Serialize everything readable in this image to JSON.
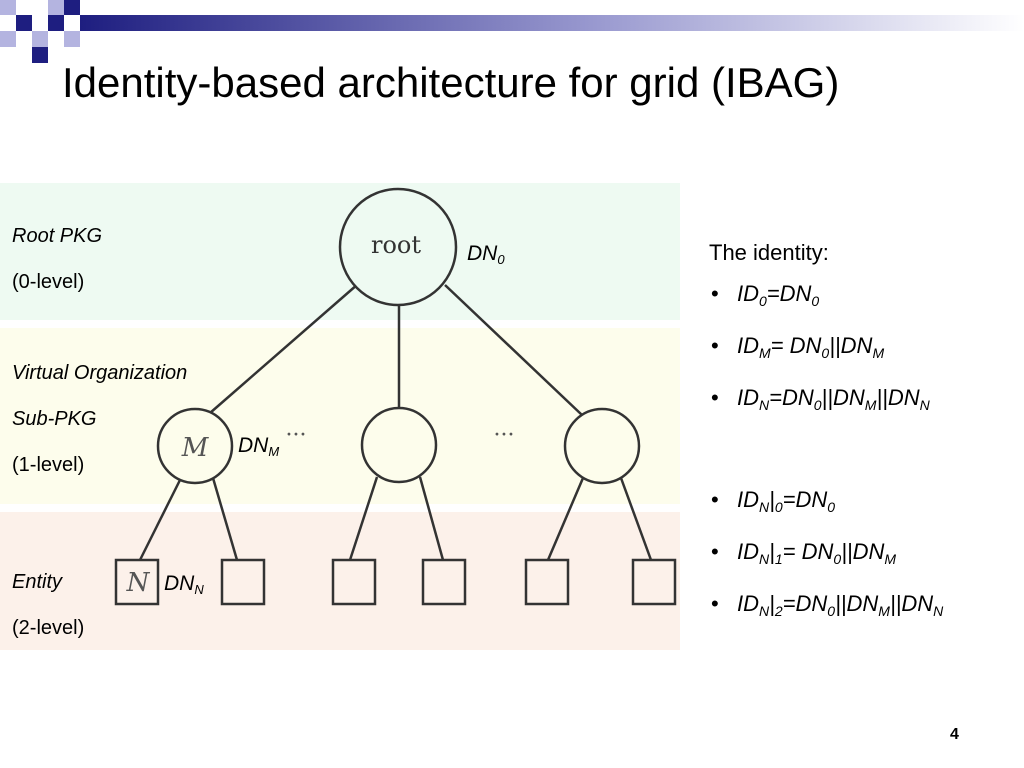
{
  "slide": {
    "title": "Identity-based architecture for grid (IBAG)",
    "page_number": "4"
  },
  "levels": {
    "root": {
      "name": "Root PKG",
      "level": "(0-level)"
    },
    "vo": {
      "name_line1": "Virtual Organization",
      "name_line2": "Sub-PKG",
      "level": "(1-level)"
    },
    "entity": {
      "name": "Entity",
      "level": "(2-level)"
    }
  },
  "tree": {
    "root_label": "root",
    "m_label": "M",
    "n_label": "N",
    "ellipsis_1": "···",
    "ellipsis_2": "···",
    "dn_root": {
      "base": "DN",
      "sub": "0"
    },
    "dn_m": {
      "base": "DN",
      "sub": "M"
    },
    "dn_n": {
      "base": "DN",
      "sub": "N"
    }
  },
  "identity": {
    "heading": "The identity:",
    "items": [
      [
        {
          "t": "ID"
        },
        {
          "s": "0"
        },
        {
          "t": "=DN"
        },
        {
          "s": "0"
        }
      ],
      [
        {
          "t": "ID"
        },
        {
          "s": "M"
        },
        {
          "t": "= DN"
        },
        {
          "s": "0"
        },
        {
          "t": "||DN"
        },
        {
          "s": "M"
        }
      ],
      [
        {
          "t": "ID"
        },
        {
          "s": "N"
        },
        {
          "t": "=DN"
        },
        {
          "s": "0"
        },
        {
          "t": "||DN"
        },
        {
          "s": "M"
        },
        {
          "t": "||DN"
        },
        {
          "s": "N"
        }
      ],
      [
        {
          "t": "ID"
        },
        {
          "s": "N"
        },
        {
          "t": "|"
        },
        {
          "s": "0"
        },
        {
          "t": "=DN"
        },
        {
          "s": "0"
        }
      ],
      [
        {
          "t": "ID"
        },
        {
          "s": "N"
        },
        {
          "t": "|"
        },
        {
          "s": "1"
        },
        {
          "t": "= DN"
        },
        {
          "s": "0"
        },
        {
          "t": "||DN"
        },
        {
          "s": "M"
        }
      ],
      [
        {
          "t": "ID"
        },
        {
          "s": "N"
        },
        {
          "t": "|"
        },
        {
          "s": "2"
        },
        {
          "t": "=DN"
        },
        {
          "s": "0"
        },
        {
          "t": "||DN"
        },
        {
          "s": "M"
        },
        {
          "t": "||DN"
        },
        {
          "s": "N"
        }
      ]
    ]
  },
  "colors": {
    "band_root": "#eefaf2",
    "band_vo": "#fdfdec",
    "band_entity": "#fcf1ea",
    "deco_navy": "#1e1e80",
    "deco_lavender": "#b4b4e0",
    "tree_stroke": "#333333"
  }
}
